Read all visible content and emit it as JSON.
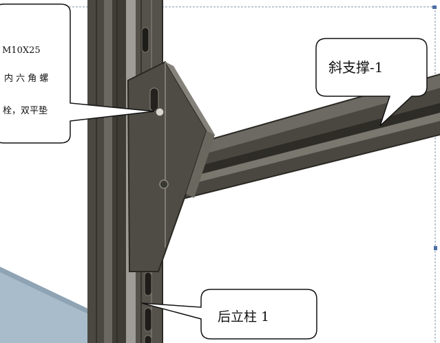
{
  "callouts": {
    "bolt": {
      "line1": "M10X25",
      "line2": "内 六 角 螺",
      "line3": "栓，双平垫"
    },
    "brace": {
      "label": "斜支撑-1"
    },
    "column": {
      "label": "后立柱 1"
    }
  },
  "colors": {
    "metal_dark": "#3d3a33",
    "metal_mid": "#5a5750",
    "metal_light": "#8c8a84",
    "shelf_panel": "#a9bccb",
    "frame_dash": "#7e93a8"
  }
}
